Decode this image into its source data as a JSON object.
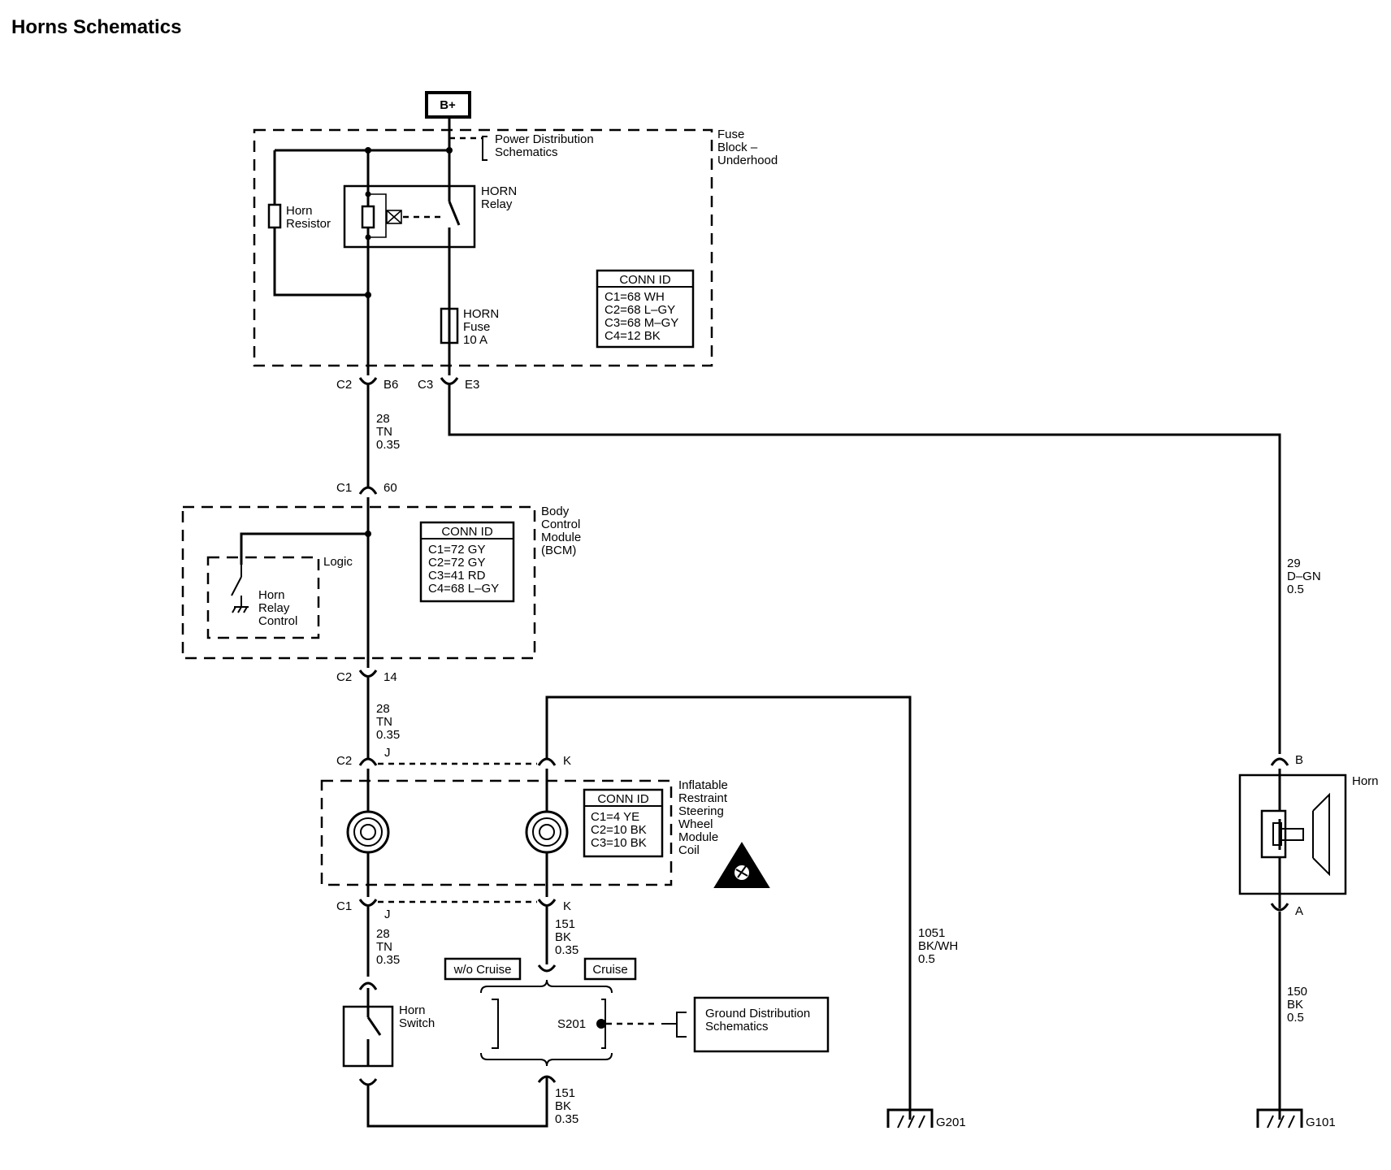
{
  "title": "Horns Schematics",
  "power": {
    "source": "B+",
    "pds_link": [
      "Power Distribution",
      "Schematics"
    ]
  },
  "fuse_block": {
    "name": [
      "Fuse",
      "Block –",
      "Underhood"
    ],
    "horn_resistor": [
      "Horn",
      "Resistor"
    ],
    "horn_relay": [
      "HORN",
      "Relay"
    ],
    "horn_fuse": [
      "HORN",
      "Fuse",
      "10 A"
    ],
    "conn_id": {
      "header": "CONN ID",
      "rows": [
        "C1=68 WH",
        "C2=68 L–GY",
        "C3=68 M–GY",
        "C4=12 BK"
      ]
    }
  },
  "connectors": {
    "fb_c2": "C2",
    "fb_b6": "B6",
    "fb_c3": "C3",
    "fb_e3": "E3",
    "bcm_c1": "C1",
    "bcm_60": "60",
    "bcm_c2": "C2",
    "bcm_14": "14",
    "irs_c2": "C2",
    "irs_j_top": "J",
    "irs_k_top": "K",
    "irs_c1": "C1",
    "irs_j_bot": "J",
    "irs_k_bot": "K",
    "horn_b": "B",
    "horn_a": "A"
  },
  "wires": {
    "w1": [
      "28",
      "TN",
      "0.35"
    ],
    "w2": [
      "28",
      "TN",
      "0.35"
    ],
    "w3": [
      "28",
      "TN",
      "0.35"
    ],
    "w_horn_feed": [
      "29",
      "D–GN",
      "0.5"
    ],
    "w_151a": [
      "151",
      "BK",
      "0.35"
    ],
    "w_151b": [
      "151",
      "BK",
      "0.35"
    ],
    "w_1051": [
      "1051",
      "BK/WH",
      "0.5"
    ],
    "w_150": [
      "150",
      "BK",
      "0.5"
    ]
  },
  "bcm": {
    "name": [
      "Body",
      "Control",
      "Module",
      "(BCM)"
    ],
    "logic": "Logic",
    "relay_control": [
      "Horn",
      "Relay",
      "Control"
    ],
    "conn_id": {
      "header": "CONN ID",
      "rows": [
        "C1=72 GY",
        "C2=72 GY",
        "C3=41 RD",
        "C4=68 L–GY"
      ]
    }
  },
  "irs": {
    "name": [
      "Inflatable",
      "Restraint",
      "Steering",
      "Wheel",
      "Module",
      "Coil"
    ],
    "conn_id": {
      "header": "CONN ID",
      "rows": [
        "C1=4 YE",
        "C2=10 BK",
        "C3=10 BK"
      ]
    }
  },
  "cruise": {
    "without": "w/o Cruise",
    "with": "Cruise",
    "splice": "S201"
  },
  "ground_dist": [
    "Ground Distribution",
    "Schematics"
  ],
  "horn_switch": [
    "Horn",
    "Switch"
  ],
  "horn": "Horn",
  "grounds": {
    "g201": "G201",
    "g101": "G101"
  }
}
